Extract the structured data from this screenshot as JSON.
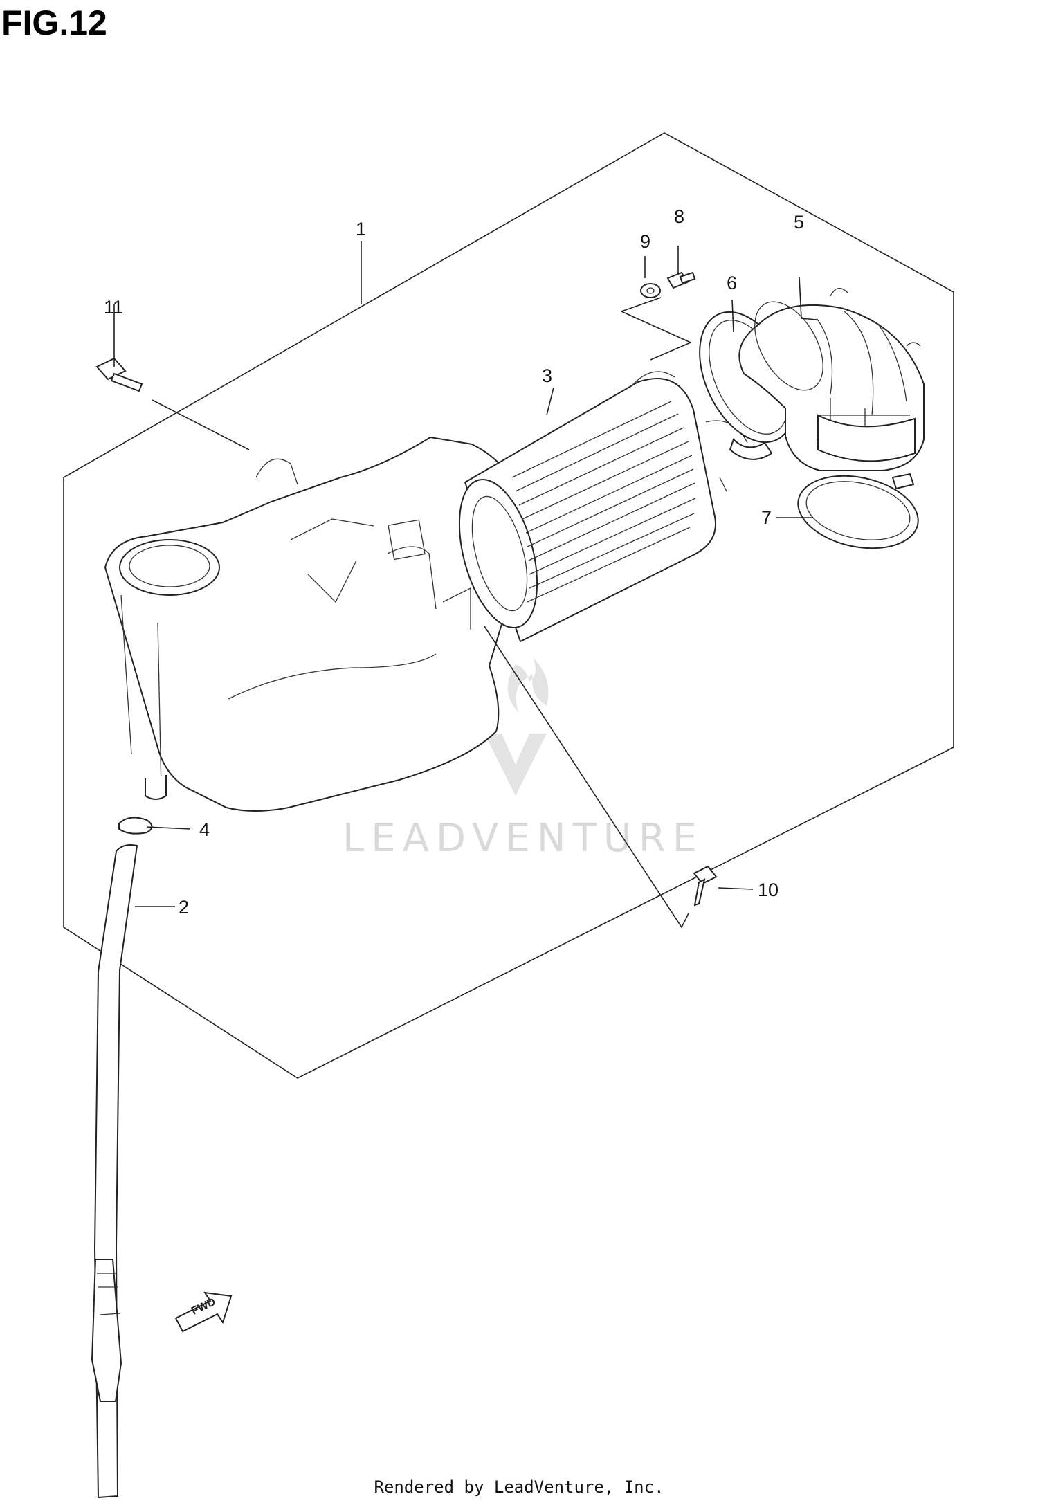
{
  "figure_title": "FIG.12",
  "callouts": {
    "c1": "1",
    "c2": "2",
    "c3": "3",
    "c4": "4",
    "c5": "5",
    "c6": "6",
    "c7": "7",
    "c8": "8",
    "c9": "9",
    "c10": "10",
    "c11": "11"
  },
  "fwd_label": "FWD",
  "watermark": "LEADVENTURE",
  "footer": "Rendered by LeadVenture, Inc."
}
